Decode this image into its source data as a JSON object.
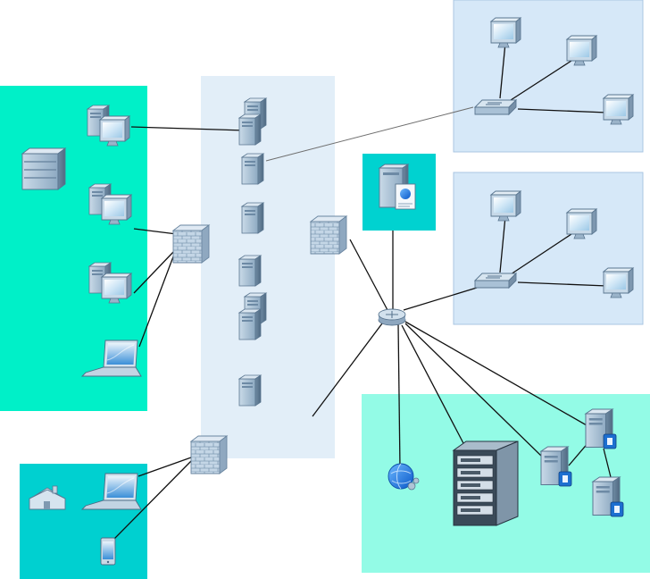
{
  "zones": [
    {
      "id": "left-site",
      "name": "left-site-zone",
      "color": "#00f0c8"
    },
    {
      "id": "dmz",
      "name": "dmz-zone",
      "color": "#e2eef8"
    },
    {
      "id": "branch-office-top",
      "name": "top-right-subnet-zone",
      "color": "#d6e8f8"
    },
    {
      "id": "branch-office-mid",
      "name": "mid-right-subnet-zone",
      "color": "#d6e8f8"
    },
    {
      "id": "app-server",
      "name": "app-server-zone",
      "color": "#00d2d0"
    },
    {
      "id": "datacenter",
      "name": "datacenter-zone",
      "color": "#93fbe6"
    },
    {
      "id": "remote-users",
      "name": "remote-users-zone",
      "color": "#00d0d0"
    }
  ],
  "icons": [
    {
      "type": "database",
      "name": "database-icon"
    },
    {
      "type": "workstation",
      "name": "workstation-icon"
    },
    {
      "type": "workstation",
      "name": "workstation-icon"
    },
    {
      "type": "workstation",
      "name": "workstation-icon"
    },
    {
      "type": "laptop",
      "name": "laptop-icon"
    },
    {
      "type": "firewall",
      "name": "firewall-icon"
    },
    {
      "type": "server-pair",
      "name": "dmz-server-icon"
    },
    {
      "type": "server",
      "name": "dmz-server-icon"
    },
    {
      "type": "server",
      "name": "dmz-server-icon"
    },
    {
      "type": "server",
      "name": "dmz-server-icon"
    },
    {
      "type": "server-pair",
      "name": "dmz-server-icon"
    },
    {
      "type": "server",
      "name": "dmz-server-icon"
    },
    {
      "type": "firewall",
      "name": "firewall-icon"
    },
    {
      "type": "app-server",
      "name": "application-server-icon"
    },
    {
      "type": "switch",
      "name": "switch-icon"
    },
    {
      "type": "monitor",
      "name": "monitor-icon"
    },
    {
      "type": "monitor",
      "name": "monitor-icon"
    },
    {
      "type": "monitor",
      "name": "monitor-icon"
    },
    {
      "type": "switch",
      "name": "switch-icon"
    },
    {
      "type": "monitor",
      "name": "monitor-icon"
    },
    {
      "type": "monitor",
      "name": "monitor-icon"
    },
    {
      "type": "monitor",
      "name": "monitor-icon"
    },
    {
      "type": "router",
      "name": "router-icon"
    },
    {
      "type": "globe",
      "name": "internet-globe-icon"
    },
    {
      "type": "rack",
      "name": "server-rack-icon"
    },
    {
      "type": "secure-server",
      "name": "secure-server-icon"
    },
    {
      "type": "secure-server",
      "name": "secure-server-icon"
    },
    {
      "type": "secure-server",
      "name": "secure-server-icon"
    },
    {
      "type": "firewall",
      "name": "firewall-icon"
    },
    {
      "type": "home",
      "name": "home-icon"
    },
    {
      "type": "laptop",
      "name": "laptop-icon"
    },
    {
      "type": "phone",
      "name": "mobile-phone-icon"
    }
  ]
}
